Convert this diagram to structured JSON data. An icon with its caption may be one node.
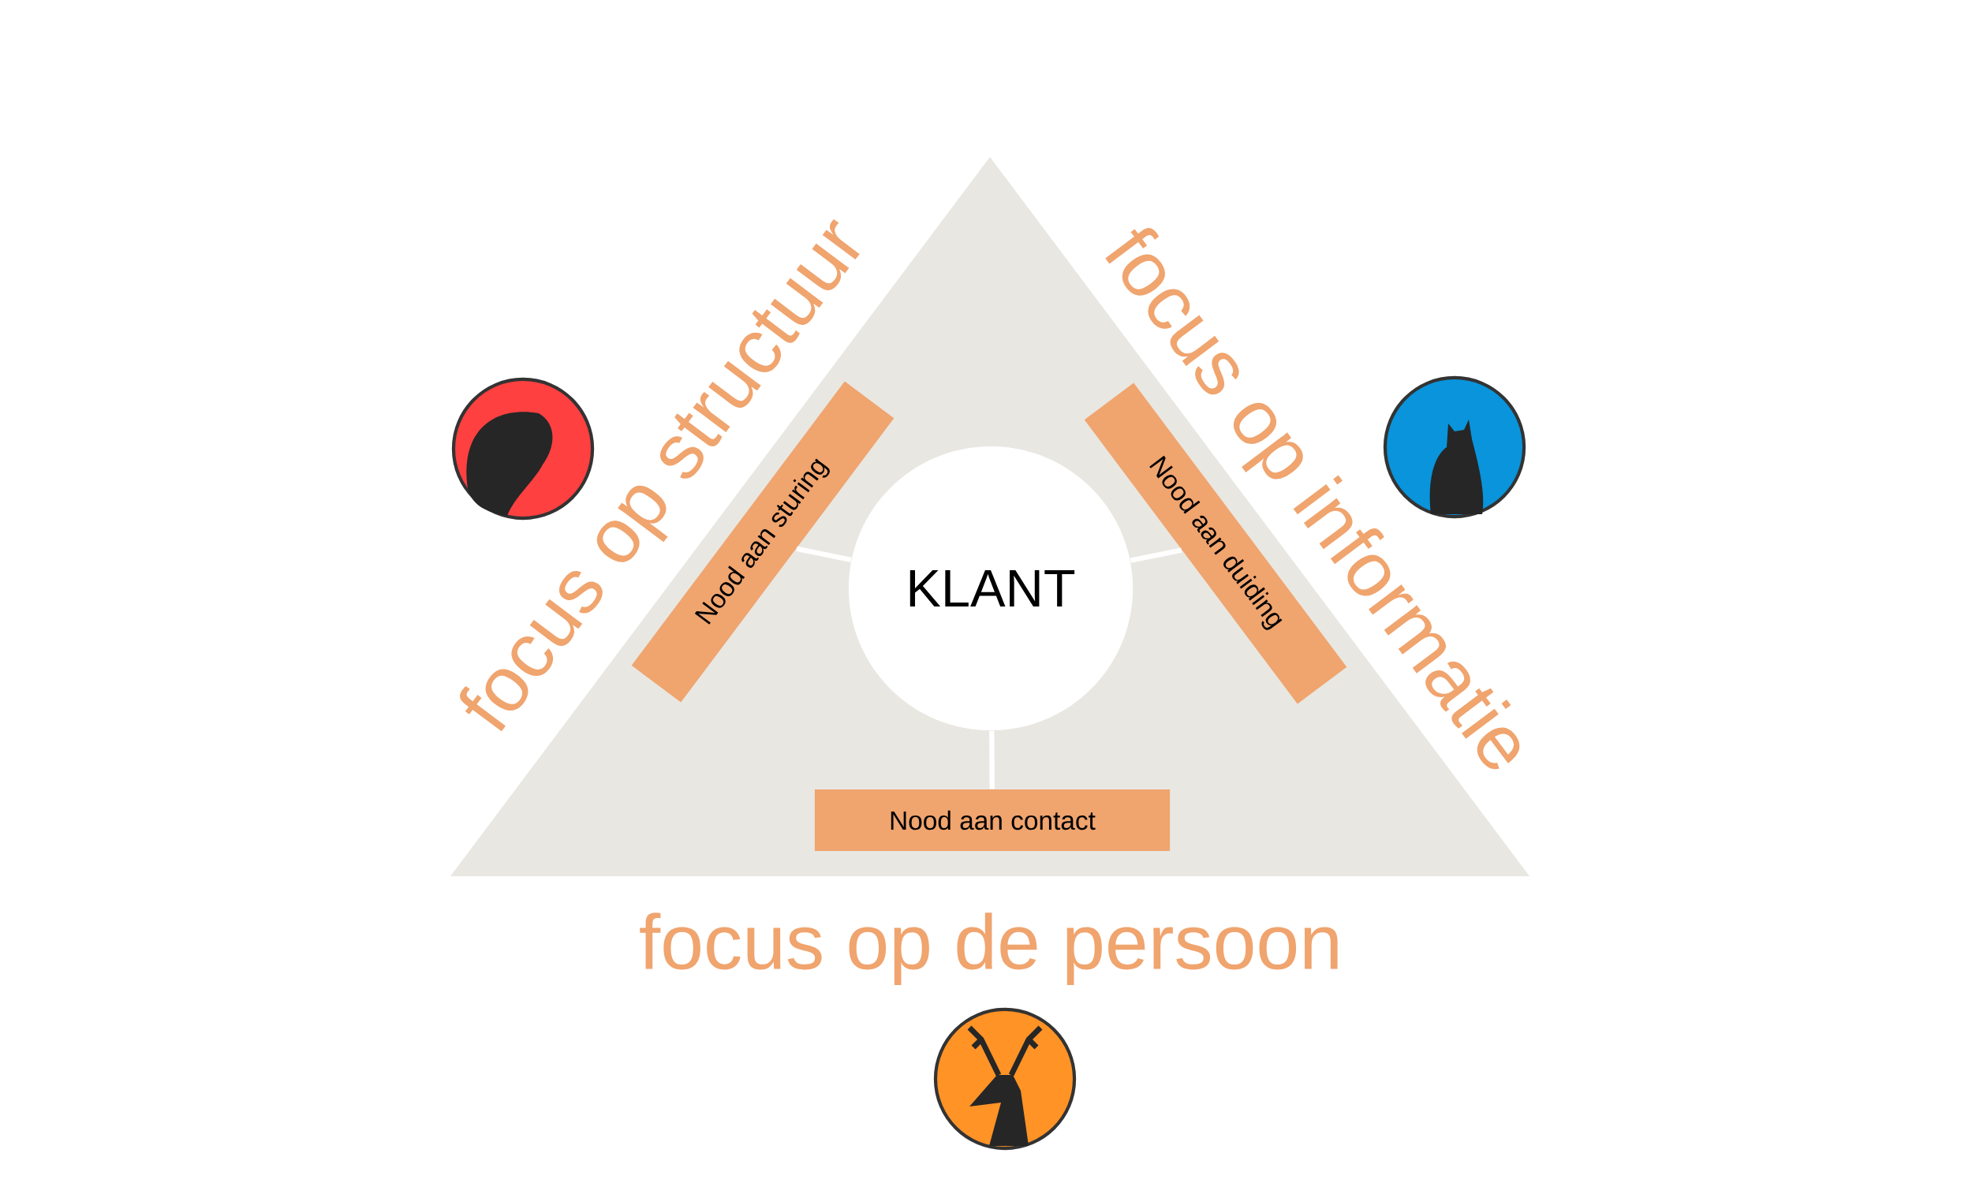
{
  "diagram": {
    "nodes": [
      {
        "text": [
          "KLANT"
        ]
      },
      {
        "text": [
          "Nood aan sturing"
        ]
      },
      {
        "text": [
          "Nood aan duiding"
        ]
      },
      {
        "text": [
          "Nood aan contact"
        ]
      }
    ],
    "edges": [
      {
        "from": 0,
        "to": 1,
        "arrow": "none"
      },
      {
        "from": 0,
        "to": 2,
        "arrow": "none"
      },
      {
        "from": 0,
        "to": 3,
        "arrow": "none"
      }
    ],
    "labels": [
      "focus op structuur",
      "focus op informatie",
      "focus op de persoon"
    ]
  }
}
